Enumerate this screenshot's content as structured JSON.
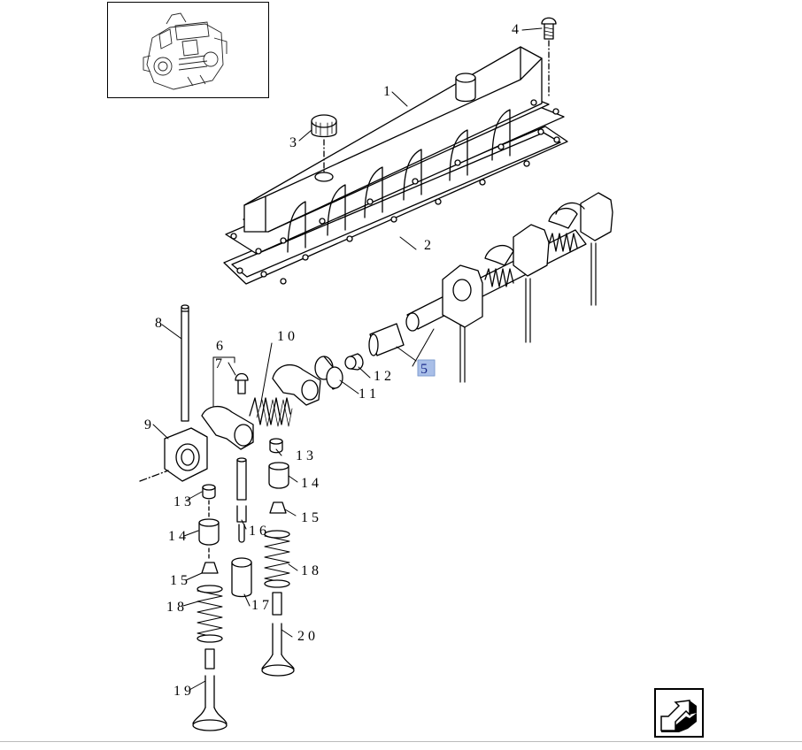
{
  "diagram": {
    "callouts": [
      {
        "id": "c1",
        "text": "1"
      },
      {
        "id": "c2",
        "text": "2"
      },
      {
        "id": "c3",
        "text": "3"
      },
      {
        "id": "c4",
        "text": "4"
      },
      {
        "id": "c5",
        "text": "5",
        "highlighted": true
      },
      {
        "id": "c6",
        "text": "6"
      },
      {
        "id": "c7",
        "text": "7"
      },
      {
        "id": "c8",
        "text": "8"
      },
      {
        "id": "c9",
        "text": "9"
      },
      {
        "id": "c10",
        "text": "1 0"
      },
      {
        "id": "c11",
        "text": "1 1"
      },
      {
        "id": "c12",
        "text": "1 2"
      },
      {
        "id": "c13a",
        "text": "1 3"
      },
      {
        "id": "c13b",
        "text": "1 3"
      },
      {
        "id": "c14a",
        "text": "1 4"
      },
      {
        "id": "c14b",
        "text": "1 4"
      },
      {
        "id": "c15a",
        "text": "1 5"
      },
      {
        "id": "c15b",
        "text": "1 5"
      },
      {
        "id": "c16",
        "text": "1 6"
      },
      {
        "id": "c17",
        "text": "1 7"
      },
      {
        "id": "c18a",
        "text": "1 8"
      },
      {
        "id": "c18b",
        "text": "1 8"
      },
      {
        "id": "c19",
        "text": "1 9"
      },
      {
        "id": "c20",
        "text": "2 0"
      }
    ],
    "highlight_color": "#a9bfe8",
    "line_color": "#000000"
  },
  "thumbnail": {
    "icon": "engine-thumbnail-icon"
  },
  "navigation": {
    "icon": "next-page-arrow-icon"
  }
}
